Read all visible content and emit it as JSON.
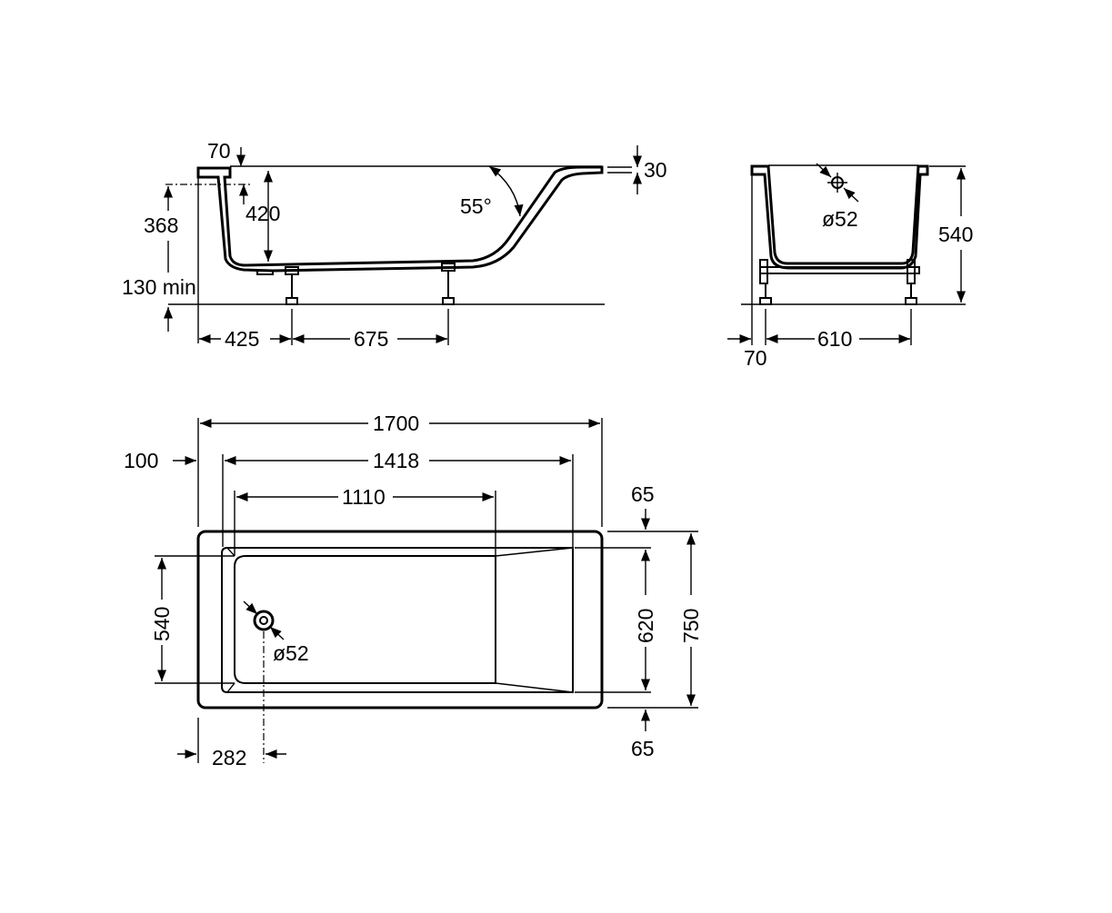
{
  "side_view": {
    "dim_70": "70",
    "dim_30": "30",
    "dim_368": "368",
    "dim_420": "420",
    "dim_55deg": "55°",
    "dim_130min": "130 min",
    "dim_425": "425",
    "dim_675": "675"
  },
  "end_view": {
    "dim_diam52": "ø52",
    "dim_540": "540",
    "dim_70": "70",
    "dim_610": "610"
  },
  "top_view": {
    "dim_1700": "1700",
    "dim_1418": "1418",
    "dim_1110": "1110",
    "dim_100": "100",
    "dim_65_top": "65",
    "dim_65_bottom": "65",
    "dim_540": "540",
    "dim_620": "620",
    "dim_750": "750",
    "dim_diam52": "ø52",
    "dim_282": "282"
  }
}
